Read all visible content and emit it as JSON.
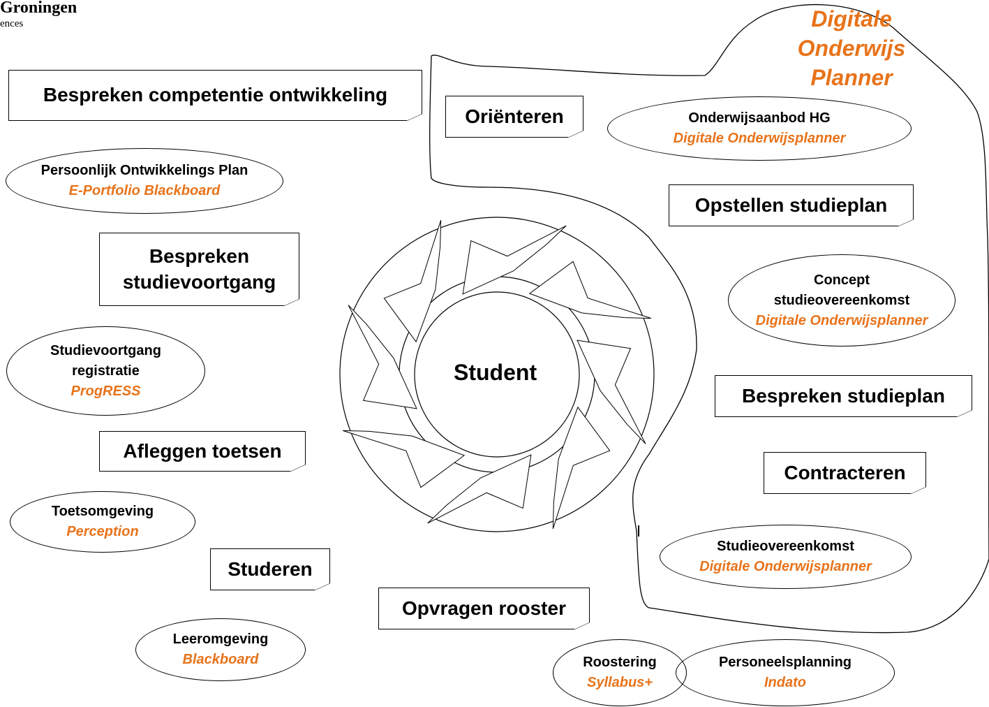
{
  "logo": {
    "line1": "Groningen",
    "line2": "ences"
  },
  "dop_title": [
    "Digitale",
    "Onderwijs",
    "Planner"
  ],
  "center": "Student",
  "processes": {
    "competentie": "Bespreken competentie ontwikkeling",
    "orienteren": "Oriënteren",
    "opstellen": "Opstellen studieplan",
    "studievoortgang_l1": "Bespreken",
    "studievoortgang_l2": "studievoortgang",
    "bespreken_studieplan": "Bespreken studieplan",
    "contracteren": "Contracteren",
    "afleggen": "Afleggen toetsen",
    "studeren": "Studeren",
    "rooster": "Opvragen rooster"
  },
  "systems": {
    "pop": {
      "label": "Persoonlijk Ontwikkelings Plan",
      "system": "E-Portfolio Blackboard"
    },
    "aanbod": {
      "label": "Onderwijsaanbod HG",
      "system": "Digitale Onderwijsplanner"
    },
    "concept": {
      "label1": "Concept",
      "label2": "studieovereenkomst",
      "system": "Digitale Onderwijsplanner"
    },
    "voortgang": {
      "label1": "Studievoortgang",
      "label2": "registratie",
      "system": "ProgRESS"
    },
    "toets": {
      "label": "Toetsomgeving",
      "system": "Perception"
    },
    "overeenkomst": {
      "label": "Studieovereenkomst",
      "system": "Digitale Onderwijsplanner"
    },
    "leer": {
      "label": "Leeromgeving",
      "system": "Blackboard"
    },
    "roostering": {
      "label": "Roostering",
      "system": "Syllabus+"
    },
    "personeel": {
      "label": "Personeelsplanning",
      "system": "Indato"
    }
  },
  "colors": {
    "accent": "#e8731a",
    "line": "#000000"
  }
}
